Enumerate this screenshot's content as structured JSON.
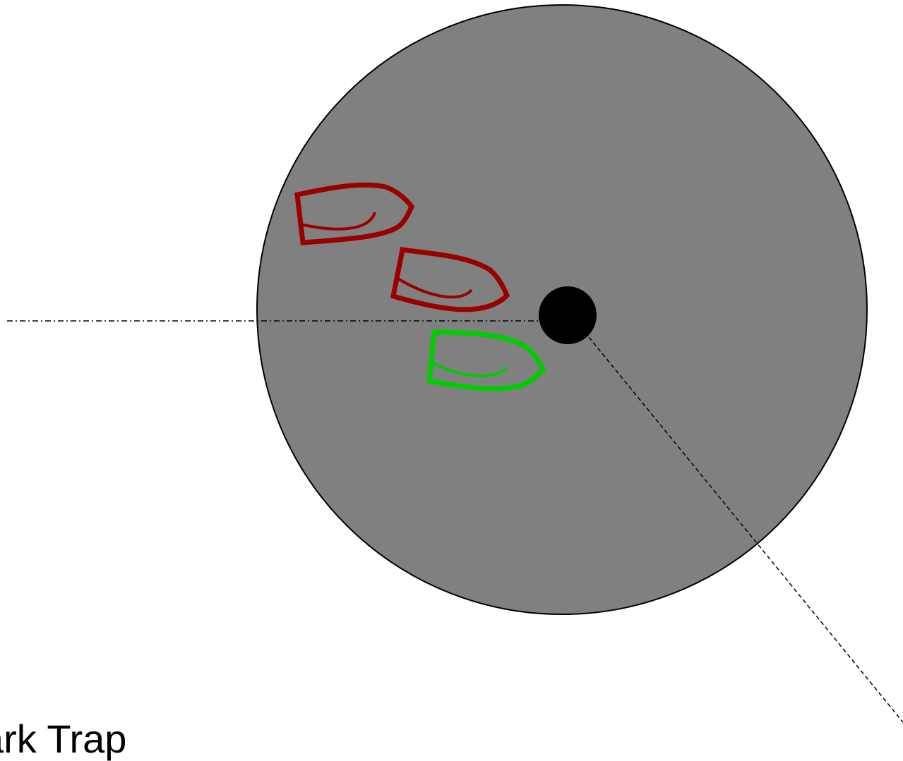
{
  "caption": "ark Trap",
  "colors": {
    "zone": "#808080",
    "zone_outline": "#000000",
    "mark": "#000000",
    "red_boat": "#990000",
    "green_boat": "#00cc00",
    "background": "#ffffff"
  },
  "elements": {
    "zone_circle": "zone-circle",
    "mark": "mark",
    "boats": [
      {
        "name": "red-boat-1",
        "color": "red"
      },
      {
        "name": "red-boat-2",
        "color": "red"
      },
      {
        "name": "green-boat",
        "color": "green"
      }
    ],
    "lines": [
      {
        "name": "approach-line",
        "style": "dash-dot"
      },
      {
        "name": "layline",
        "style": "dashed"
      }
    ]
  }
}
